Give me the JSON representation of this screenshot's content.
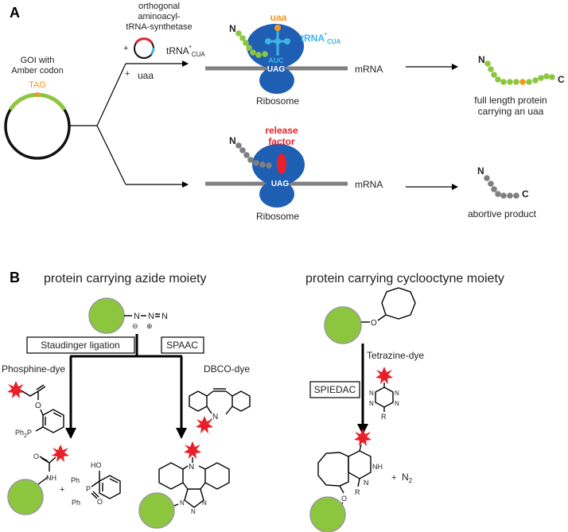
{
  "panelA": {
    "label": "A",
    "plasmid": {
      "line1": "GOI with",
      "line2": "Amber codon",
      "codon": "TAG"
    },
    "synthetase": {
      "line1": "orthogonal",
      "line2": "aminoacyl-",
      "line3": "tRNA-synthetase"
    },
    "plus1": "+",
    "trna_label": "tRNA",
    "trna_sub": "CUA",
    "trna_sup": "*",
    "plus2": "+",
    "uaa": "uaa",
    "top": {
      "N": "N",
      "uaa": "uaa",
      "trna": "tRNA",
      "trna_sub": "CUA",
      "trna_sup": "*",
      "anticodon": "AUC",
      "codon": "UAG",
      "mrna": "mRNA",
      "ribosome": "Ribosome",
      "product_N": "N",
      "product_C": "C",
      "product1": "full length protein",
      "product2": "carrying an uaa"
    },
    "bottom": {
      "N": "N",
      "release1": "release",
      "release2": "factor",
      "codon": "UAG",
      "mrna": "mRNA",
      "ribosome": "Ribosome",
      "product_N": "N",
      "product_C": "C",
      "product": "abortive product"
    }
  },
  "panelB": {
    "label": "B",
    "azide_title": "protein carrying azide moiety",
    "cyclooctyne_title": "protein carrying cyclooctyne moiety",
    "staudinger": "Staudinger ligation",
    "spaac": "SPAAC",
    "spiedac": "SPIEDAC",
    "phosphine_dye": "Phosphine-dye",
    "dbco_dye": "DBCO-dye",
    "tetrazine_dye": "Tetrazine-dye",
    "azide_n": "N",
    "minus": "⊖",
    "plus": "⊕",
    "ph2p": "Ph",
    "ph2p_sub": "2",
    "p": "P",
    "ph": "Ph",
    "nh": "NH",
    "ho": "HO",
    "o": "O",
    "n": "N",
    "r": "R",
    "plus_sign": "+",
    "n2": "N",
    "n2_sub": "2",
    "colors": {
      "green": "#8cc63f",
      "grey": "#7f7f7f",
      "blue": "#1f5fb3",
      "orange": "#f7941d",
      "red": "#e8202a",
      "cyan": "#3db3e6"
    }
  }
}
